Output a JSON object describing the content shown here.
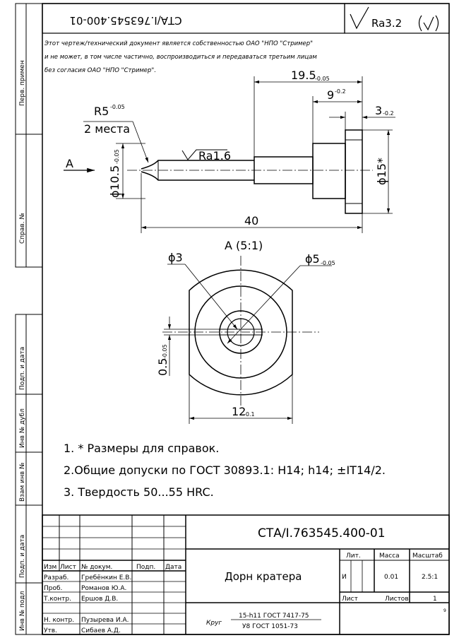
{
  "document": {
    "designation": "СТА/I.763545.400-01",
    "title": "Дорн кратера",
    "copyright_notice": [
      "Этот чертеж/технический документ является собственностью ОАО \"НПО \"Стример\"",
      "и не может, в том числе частично, воспроизводиться и передаваться третьим лицам",
      "без согласия ОАО \"НПО \"Стример\"."
    ],
    "roughness_general": "Ra3.2",
    "roughness_surface": "Ra1.6"
  },
  "left_strip": {
    "perv_primen": "Перв. примен",
    "sprav_no": "Справ. №",
    "podp_data_1": "Подп. и дата",
    "inv_dubl": "Инв № дубл",
    "vzam_inv": "Взам инв №",
    "podp_data_2": "Подп. и дата",
    "inv_podl": "Инв № подл"
  },
  "dimensions": {
    "len_19_5": "19.5",
    "tol_19_5": "-0.05",
    "len_9": "9",
    "tol_9": "-0.2",
    "len_3": "3",
    "tol_3": "-0.2",
    "radius": "R5",
    "tol_radius": "-0.05",
    "places": "2 места",
    "view_letter": "А",
    "dia_10_5": "ϕ10.5",
    "tol_10_5": "-0.05",
    "dia_15": "ϕ15*",
    "len_40": "40",
    "view_title": "А (5:1)",
    "dia_3": "ϕ3",
    "dia_5": "ϕ5",
    "tol_5": "-0.05",
    "gap_0_5": "0.5",
    "tol_0_5": "-0.05",
    "width_12": "12",
    "tol_12": "-0.1"
  },
  "notes": [
    "1. * Размеры для справок.",
    "2.Общие допуски по ГОСТ 30893.1: H14; h14; ±IT14/2.",
    "3.  Твердость 50...55 HRC."
  ],
  "title_block": {
    "headers": [
      "Изм",
      "Лист",
      "№ докум.",
      "Подп.",
      "Дата"
    ],
    "roles": [
      {
        "role": "Разраб.",
        "name": "Гребёнкин Е.В."
      },
      {
        "role": "Проб.",
        "name": "Романов Ю.А."
      },
      {
        "role": "Т.контр.",
        "name": "Ершов Д.В."
      },
      {
        "role": "",
        "name": ""
      },
      {
        "role": "Н. контр.",
        "name": "Пузырева И.А."
      },
      {
        "role": "Утв.",
        "name": "Сибаев А.Д."
      }
    ],
    "lit_label": "Лит.",
    "mass_label": "Масса",
    "scale_label": "Масштаб",
    "lit_value": "И",
    "mass_value": "0.01",
    "scale_value": "2.5:1",
    "sheet_label": "Лист",
    "sheets_label": "Листов",
    "sheets_value": "1",
    "material_prefix": "Круг",
    "material_top": "15-h11 ГОСТ 7417-75",
    "material_bottom": "У8 ГОСТ 1051-73",
    "corner_mark": "9"
  }
}
